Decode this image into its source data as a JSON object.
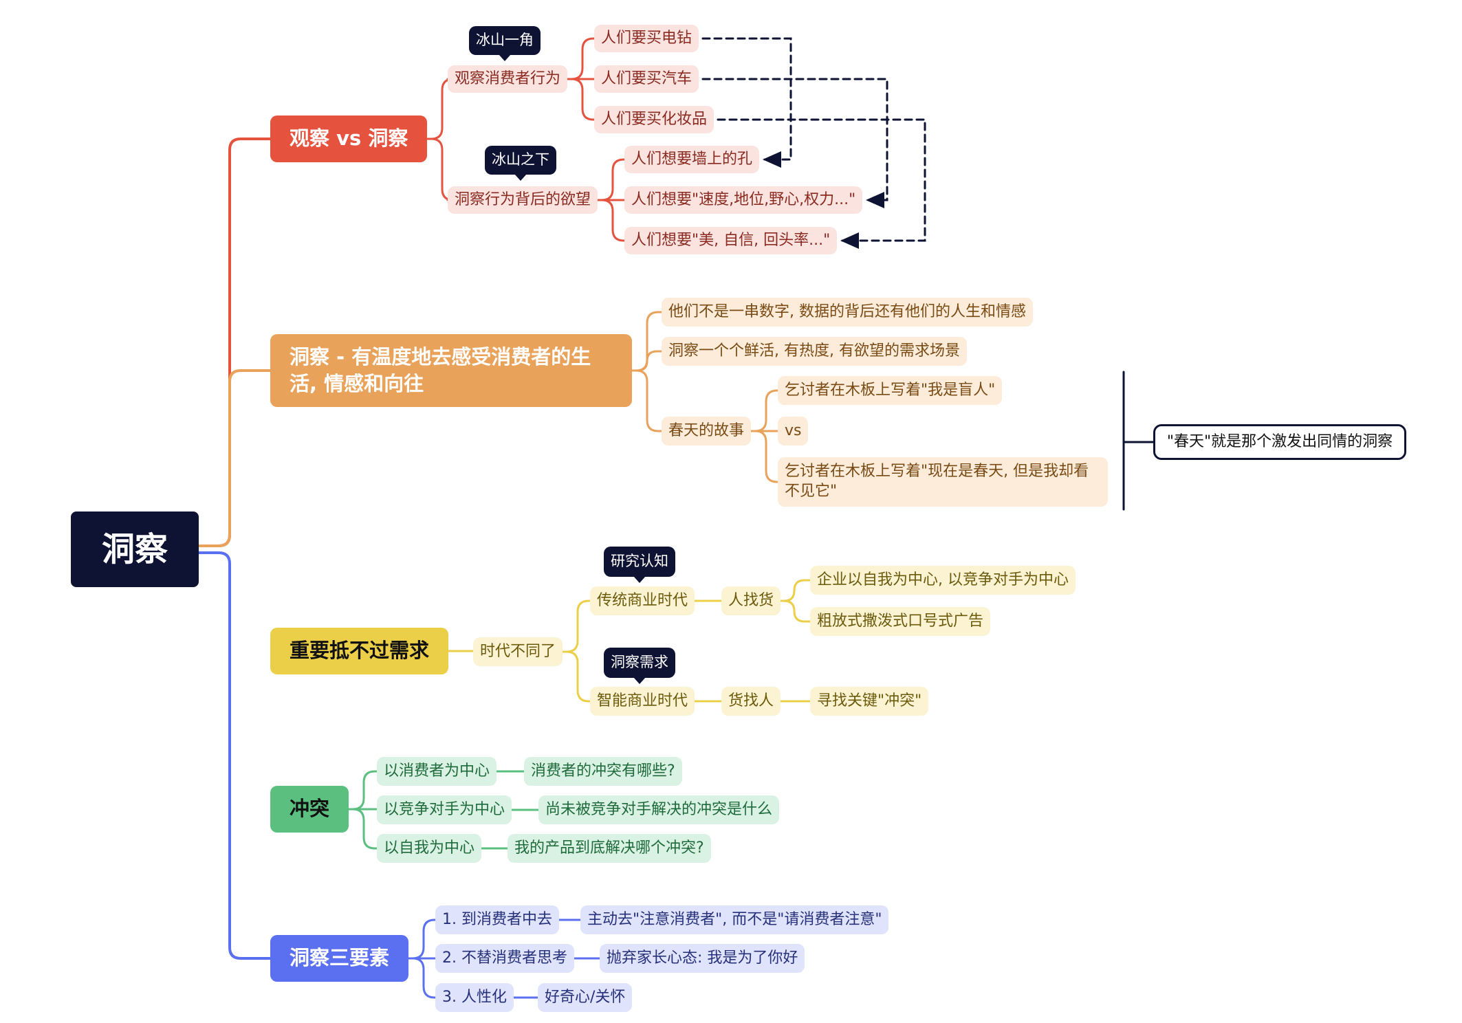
{
  "root": {
    "label": "洞察"
  },
  "branches": {
    "observe": {
      "label": "观察 vs 洞察",
      "color": "#e5533f",
      "behavior": {
        "label": "观察消费者行为",
        "tag": "冰山一角",
        "items": [
          "人们要买电钻",
          "人们要买汽车",
          "人们要买化妆品"
        ]
      },
      "desire": {
        "label": "洞察行为背后的欲望",
        "tag": "冰山之下",
        "items": [
          "人们想要墙上的孔",
          "人们想要\"速度,地位,野心,权力...\"",
          "人们想要\"美, 自信, 回头率...\""
        ]
      }
    },
    "warmth": {
      "label": "洞察 - 有温度地去感受消费者的生活, 情感和向往",
      "color": "#e9a259",
      "items": [
        "他们不是一串数字, 数据的背后还有他们的人生和情感",
        "洞察一个个鲜活, 有热度, 有欲望的需求场景"
      ],
      "story": {
        "label": "春天的故事",
        "items": [
          "乞讨者在木板上写着\"我是盲人\"",
          "vs",
          "乞讨者在木板上写着\"现在是春天, 但是我却看不见它\""
        ],
        "summary": "\"春天\"就是那个激发出同情的洞察"
      }
    },
    "demand": {
      "label": "重要抵不过需求",
      "color": "#ebcf48",
      "era": "时代不同了",
      "traditional": {
        "label": "传统商业时代",
        "tag": "研究认知",
        "mode": "人找货",
        "items": [
          "企业以自我为中心, 以竞争对手为中心",
          "粗放式撒泼式口号式广告"
        ]
      },
      "smart": {
        "label": "智能商业时代",
        "tag": "洞察需求",
        "mode": "货找人",
        "items": [
          "寻找关键\"冲突\""
        ]
      }
    },
    "conflict": {
      "label": "冲突",
      "color": "#5bbf80",
      "rows": [
        {
          "label": "以消费者为中心",
          "detail": "消费者的冲突有哪些?"
        },
        {
          "label": "以竞争对手为中心",
          "detail": "尚未被竞争对手解决的冲突是什么"
        },
        {
          "label": "以自我为中心",
          "detail": "我的产品到底解决哪个冲突?"
        }
      ]
    },
    "elements": {
      "label": "洞察三要素",
      "color": "#5a70f0",
      "rows": [
        {
          "label": "1. 到消费者中去",
          "detail": "主动去\"注意消费者\", 而不是\"请消费者注意\""
        },
        {
          "label": "2. 不替消费者思考",
          "detail": "抛弃家长心态: 我是为了你好"
        },
        {
          "label": "3. 人性化",
          "detail": "好奇心/关怀"
        }
      ]
    }
  }
}
